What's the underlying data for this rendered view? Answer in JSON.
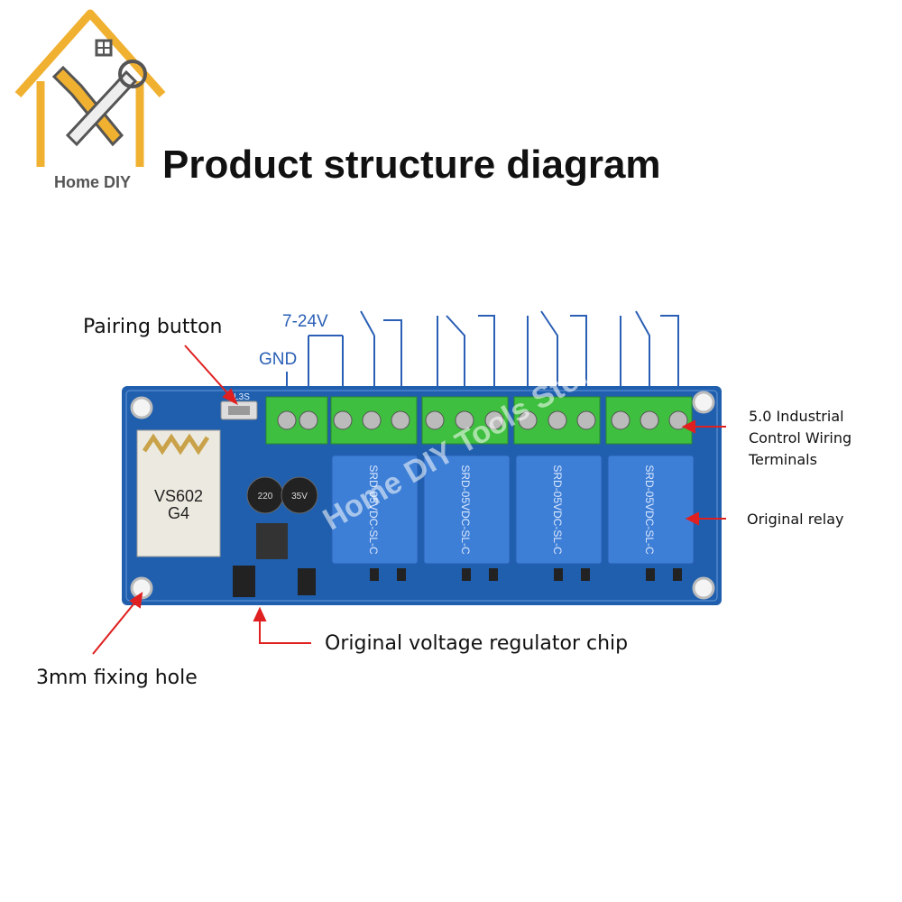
{
  "logo": {
    "brand": "Home DIY"
  },
  "title": "Product structure diagram",
  "callouts": {
    "pairing_button": "Pairing button",
    "terminals_line1": "5.0 Industrial",
    "terminals_line2": "Control Wiring",
    "terminals_line3": "Terminals",
    "relay": "Original relay",
    "regulator": "Original voltage regulator chip",
    "fixing_hole": "3mm fixing hole"
  },
  "power_labels": {
    "voltage": "7-24V",
    "ground": "GND"
  },
  "board": {
    "module_line1": "VS602",
    "module_line2": "G4",
    "capacitor_1": "220",
    "capacitor_2": "35V",
    "relay_model": "SRD-05VDC-SL-C",
    "button_label": "L3S",
    "watermark": "Home DIY Tools Store"
  },
  "colors": {
    "pcb": "#1f5fae",
    "terminal": "#3fbf3f",
    "relay": "#3d7fd6",
    "arrow": "#e02020",
    "wire": "#2a5fb5"
  }
}
